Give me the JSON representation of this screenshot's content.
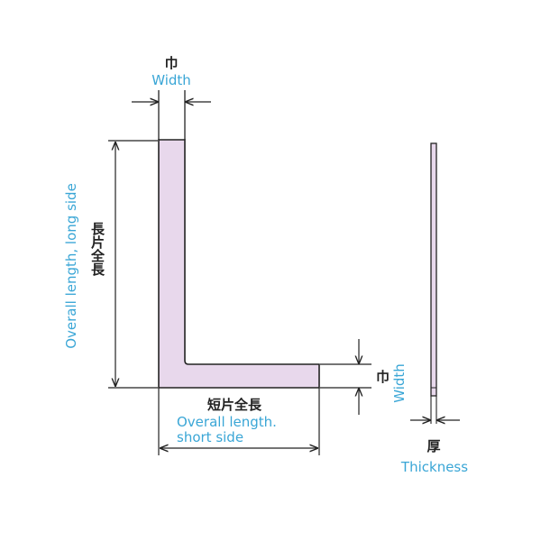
{
  "diagram": {
    "subject": "L-shaped square (front and side view) with dimension labels",
    "colors": {
      "fill": "#e8d8ec",
      "line": "#222222",
      "label_en": "#3aa6d6",
      "label_jp": "#222222"
    },
    "labels": {
      "top_width_jp": "巾",
      "top_width_en": "Width",
      "long_side_jp": "長片全長",
      "long_side_en": "Overall length, long side",
      "short_width_jp": "巾",
      "short_side_jp": "短片全長",
      "short_side_en_line1": "Overall length.",
      "short_side_en_line2": "short side",
      "side_width_en": "Width",
      "thickness_jp": "厚",
      "thickness_en": "Thickness"
    }
  }
}
